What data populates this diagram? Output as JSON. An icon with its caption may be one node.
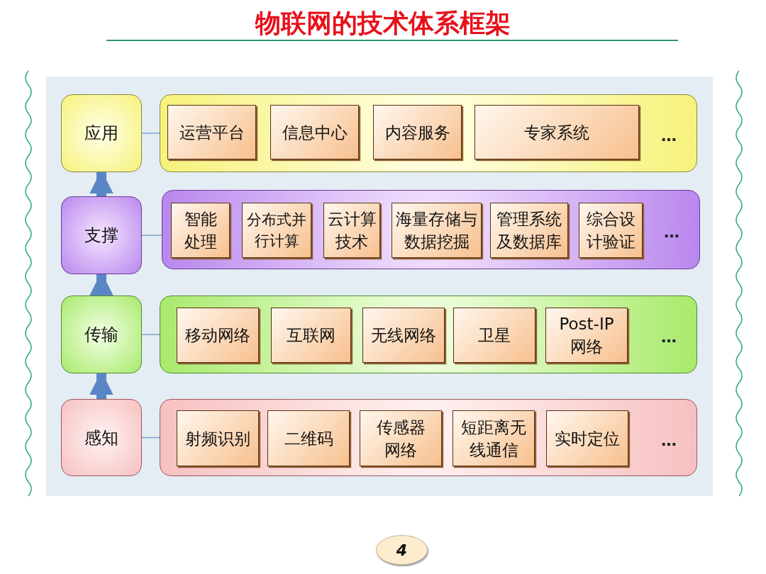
{
  "diagram": {
    "title": "物联网的技术体系框架",
    "nodes": [
      {
        "text": [
          "应用"
        ]
      },
      {
        "text": [],
        "shape": "box"
      },
      {
        "text": [
          "运营平台"
        ],
        "in": 1
      },
      {
        "text": [
          "信息中心"
        ],
        "in": 1
      },
      {
        "text": [
          "内容服务"
        ],
        "in": 1
      },
      {
        "text": [
          "专家系统"
        ],
        "in": 1
      },
      {
        "text": [
          "支撑"
        ]
      },
      {
        "text": [],
        "shape": "box"
      },
      {
        "text": [
          "智能处理"
        ],
        "in": 7
      },
      {
        "text": [
          "分布式并行计算"
        ],
        "in": 7
      },
      {
        "text": [
          "云计算技术"
        ],
        "in": 7
      },
      {
        "text": [
          "海量存储与数据挖掘"
        ],
        "in": 7
      },
      {
        "text": [
          "管理系统及数据库"
        ],
        "in": 7
      },
      {
        "text": [
          "综合设计验证"
        ],
        "in": 7
      },
      {
        "text": [
          "传输"
        ]
      },
      {
        "text": [],
        "shape": "box"
      },
      {
        "text": [
          "移动网络"
        ],
        "in": 15
      },
      {
        "text": [
          "互联网"
        ],
        "in": 15
      },
      {
        "text": [
          "无线网络"
        ],
        "in": 15
      },
      {
        "text": [
          "卫星"
        ],
        "in": 15
      },
      {
        "text": [
          "Post-IP 网络"
        ],
        "in": 15
      },
      {
        "text": [
          "感知"
        ]
      },
      {
        "text": [],
        "shape": "box"
      },
      {
        "text": [
          "射频识别"
        ],
        "in": 22
      },
      {
        "text": [
          "二维码"
        ],
        "in": 22
      },
      {
        "text": [
          "传感器网络"
        ],
        "in": 22
      },
      {
        "text": [
          "短距离无线通信"
        ],
        "in": 22
      },
      {
        "text": [
          "实时定位"
        ],
        "in": 22
      },
      {
        "text": [
          "4"
        ]
      }
    ],
    "edges": [
      {
        "from": 0,
        "to": 1,
        "arrow": "none"
      },
      {
        "from": 6,
        "to": 7,
        "arrow": "none"
      },
      {
        "from": 14,
        "to": 15,
        "arrow": "none"
      },
      {
        "from": 21,
        "to": 22,
        "arrow": "none"
      },
      {
        "from": 6,
        "to": 0,
        "arrow": "to",
        "style": "thick"
      },
      {
        "from": 14,
        "to": 6,
        "arrow": "to",
        "style": "thick"
      },
      {
        "from": 21,
        "to": 14,
        "arrow": "to",
        "style": "thick"
      }
    ],
    "labels": [
      "…",
      "…",
      "…",
      "…"
    ]
  }
}
